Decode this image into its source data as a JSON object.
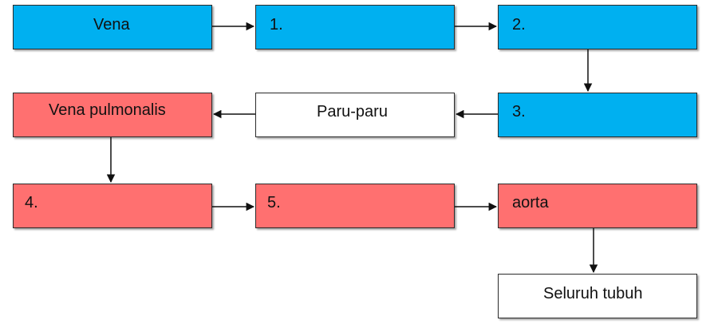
{
  "diagram": {
    "colors": {
      "blue": "#00b0f0",
      "red": "#ff7070",
      "white": "#ffffff",
      "line": "#111111"
    },
    "nodes": {
      "vena": "Vena",
      "step1": "1.",
      "step2": "2.",
      "step3": "3.",
      "paru_paru": "Paru-paru",
      "vena_pulmonalis": "Vena pulmonalis",
      "step4": "4.",
      "step5": "5.",
      "aorta": "aorta",
      "seluruh_tubuh": "Seluruh tubuh"
    },
    "edges": [
      {
        "from": "vena",
        "to": "step1"
      },
      {
        "from": "step1",
        "to": "step2"
      },
      {
        "from": "step2",
        "to": "step3"
      },
      {
        "from": "step3",
        "to": "paru_paru"
      },
      {
        "from": "paru_paru",
        "to": "vena_pulmonalis"
      },
      {
        "from": "vena_pulmonalis",
        "to": "step4"
      },
      {
        "from": "step4",
        "to": "step5"
      },
      {
        "from": "step5",
        "to": "aorta"
      },
      {
        "from": "aorta",
        "to": "seluruh_tubuh"
      }
    ]
  }
}
